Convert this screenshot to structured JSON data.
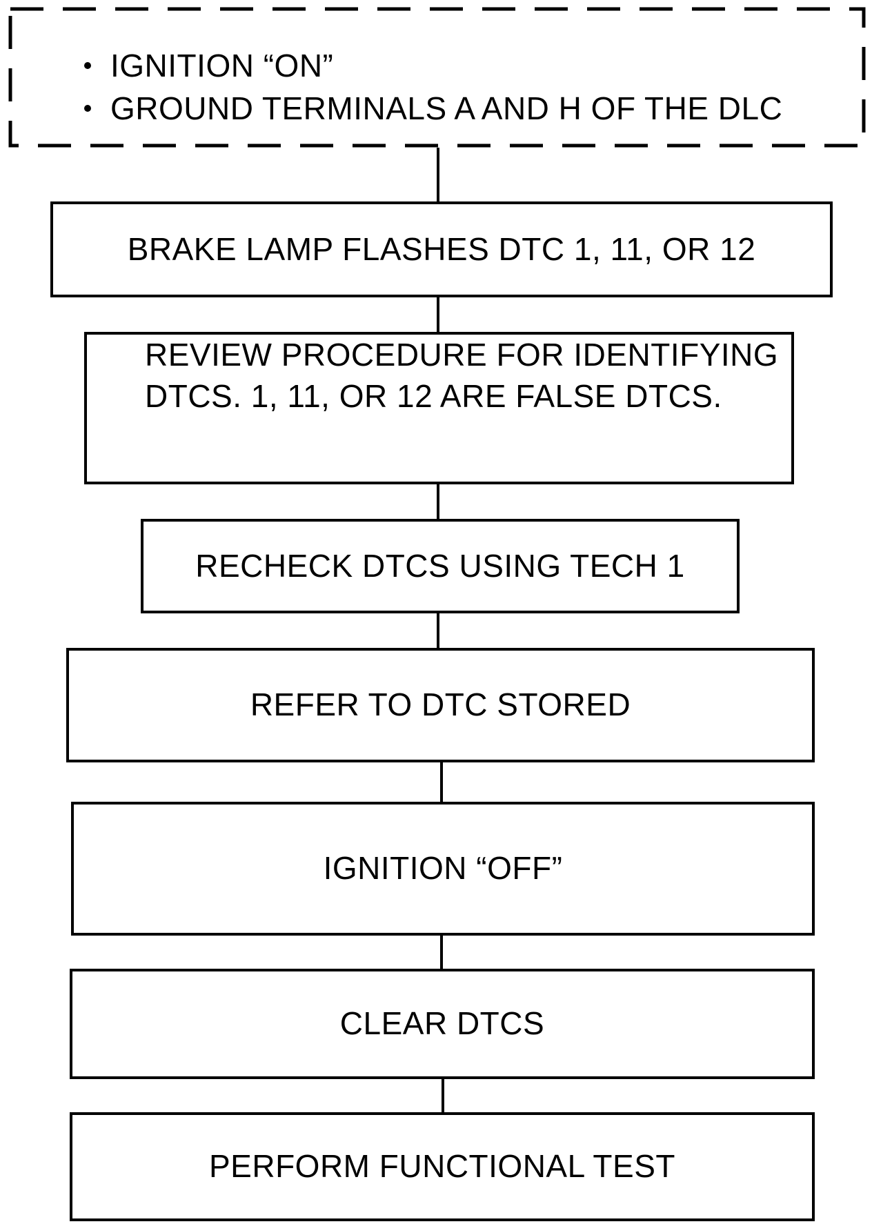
{
  "steps": {
    "precondition": {
      "items": [
        "IGNITION “ON”",
        "GROUND TERMINALS A AND H OF THE DLC"
      ]
    },
    "step1": "BRAKE LAMP FLASHES DTC 1, 11, OR 12",
    "step2_line1": "REVIEW PROCEDURE FOR IDENTIFYING",
    "step2_line2": "DTCS. 1, 11, OR 12 ARE FALSE DTCS.",
    "step3": "RECHECK DTCS USING TECH 1",
    "step4": "REFER TO DTC STORED",
    "step5": "IGNITION “OFF”",
    "step6": "CLEAR DTCS",
    "step7": "PERFORM FUNCTIONAL TEST"
  }
}
